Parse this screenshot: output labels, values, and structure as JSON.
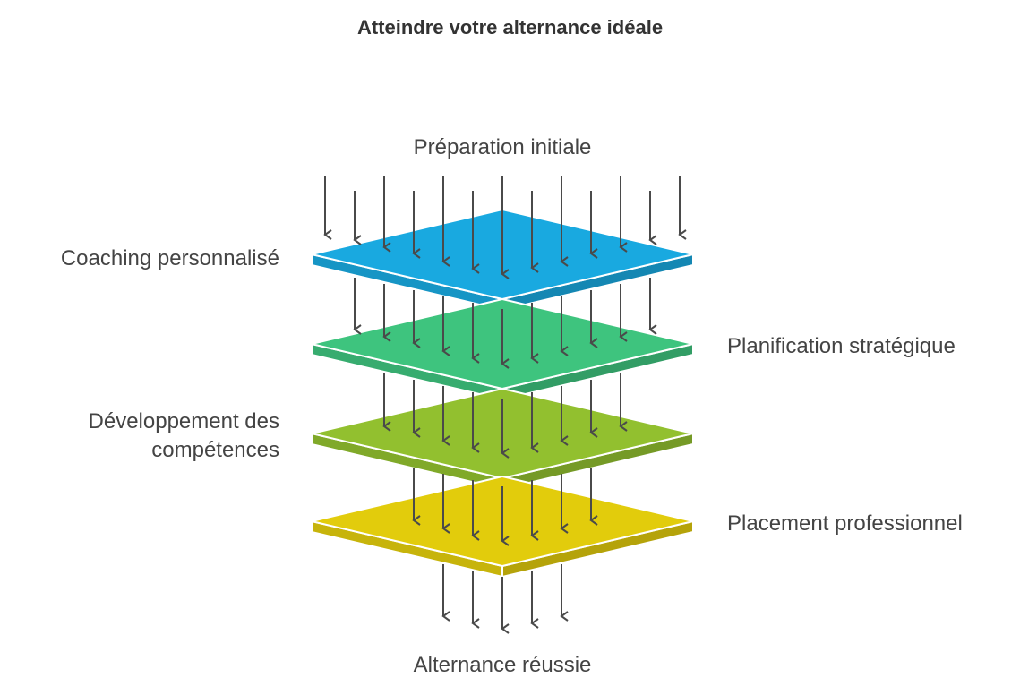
{
  "title": "Atteindre votre alternance idéale",
  "labels": {
    "top": "Préparation initiale",
    "layer1": "Coaching personnalisé",
    "layer2": "Planification stratégique",
    "layer3_line1": "Développement des",
    "layer3_line2": "compétences",
    "layer4": "Placement professionnel",
    "bottom": "Alternance réussie"
  },
  "colors": {
    "layer1": "#19a9e0",
    "layer2": "#3ec47e",
    "layer3": "#92c02f",
    "layer4": "#e2cc0c",
    "arrow": "#4a4a4a"
  }
}
